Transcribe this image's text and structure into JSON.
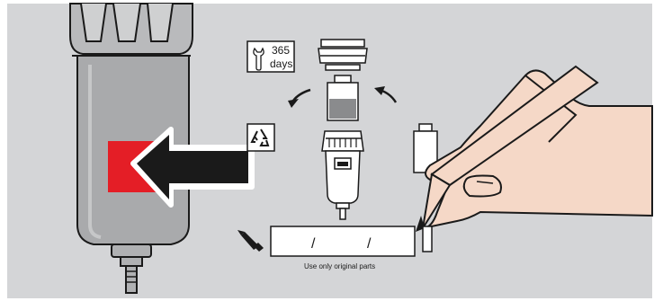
{
  "maintenance_diagram": {
    "interval_number": "365",
    "interval_unit": "days",
    "record_field_separator_1": "/",
    "record_field_separator_2": "/",
    "caption": "Use only original parts",
    "icons": [
      "wrench-icon",
      "recycle-icon",
      "pencil-icon",
      "arrow-left-icon"
    ],
    "colors": {
      "background": "#d4d5d7",
      "housing": "#a9aaac",
      "indicator": "#e41e26",
      "skin": "#f5d8c7",
      "outline": "#1a1a1a"
    }
  }
}
